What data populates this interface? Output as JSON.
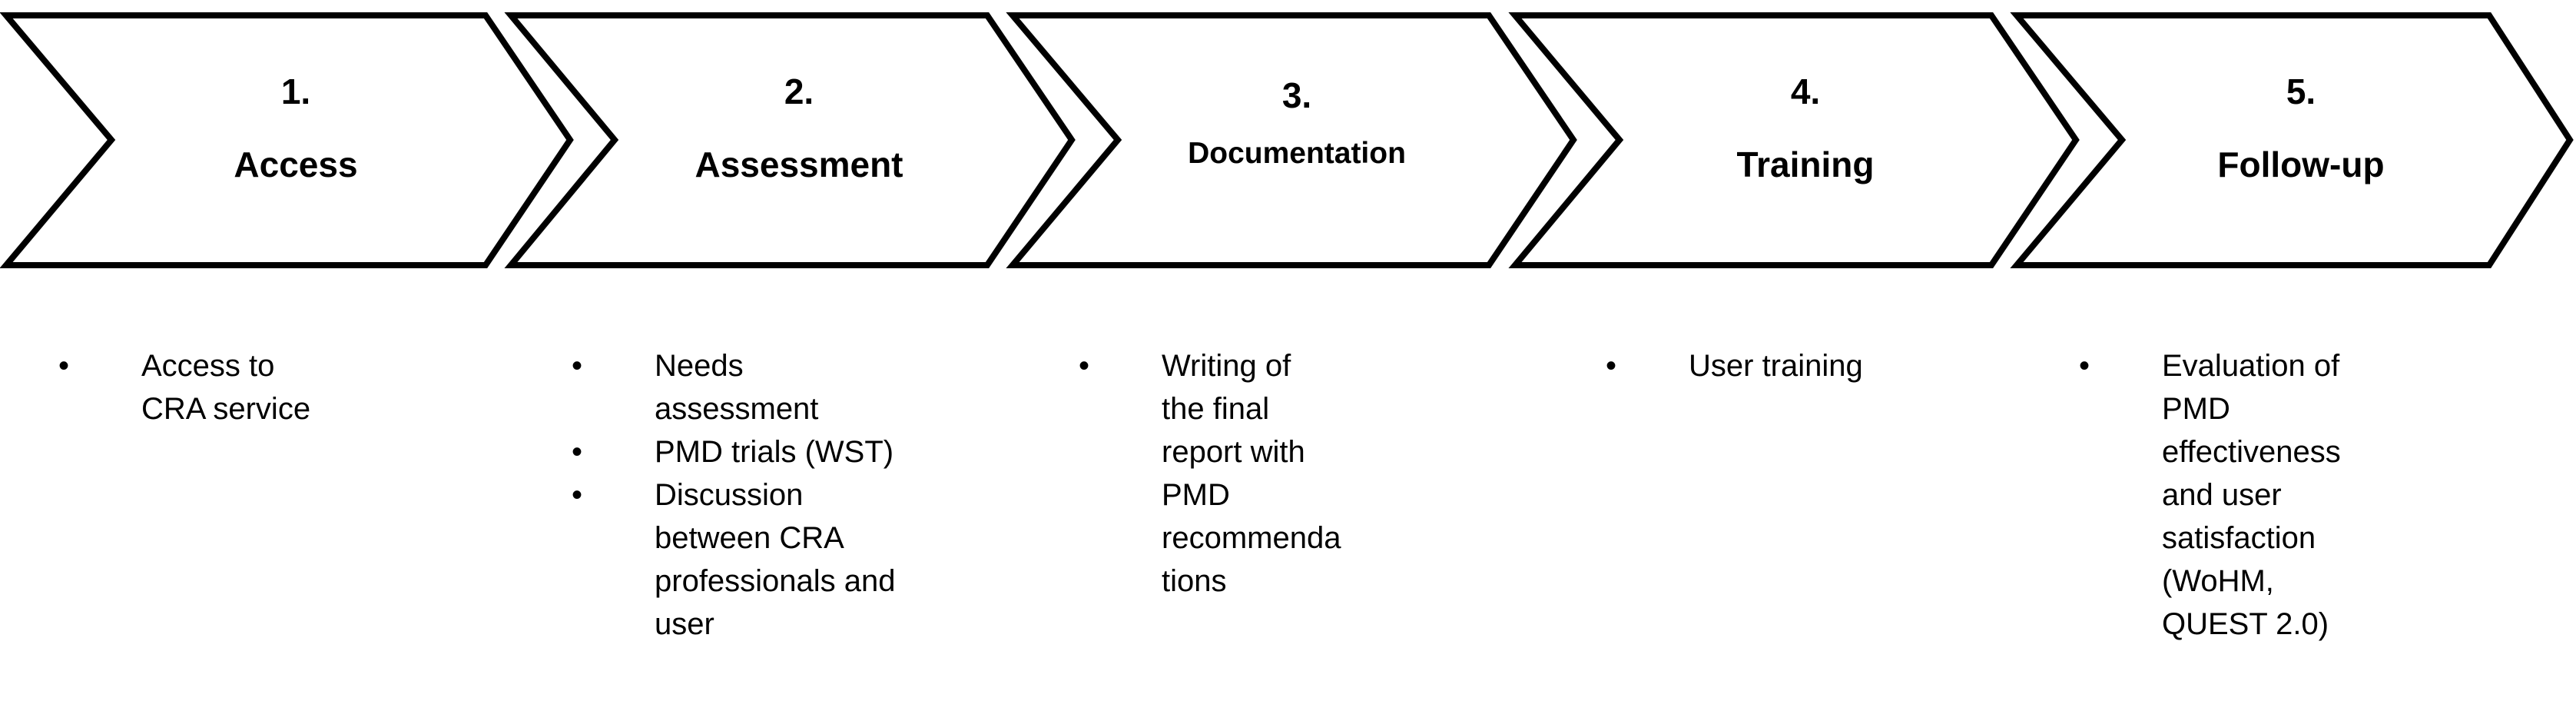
{
  "steps": [
    {
      "number": "1.",
      "label": "Access",
      "items": [
        "Access to\nCRA service"
      ]
    },
    {
      "number": "2.",
      "label": "Assessment",
      "items": [
        "Needs\nassessment",
        "PMD trials (WST)",
        "Discussion\nbetween CRA\nprofessionals and\nuser"
      ]
    },
    {
      "number": "3.",
      "label": "Documentation",
      "items": [
        "Writing of\nthe final\nreport  with\nPMD\nrecommenda\ntions"
      ]
    },
    {
      "number": "4.",
      "label": "Training",
      "items": [
        "User training"
      ]
    },
    {
      "number": "5.",
      "label": "Follow-up",
      "items": [
        "Evaluation of\nPMD\neffectiveness\nand user\nsatisfaction\n(WoHM,\nQUEST 2.0)"
      ]
    }
  ],
  "bullet_symbol": "•"
}
